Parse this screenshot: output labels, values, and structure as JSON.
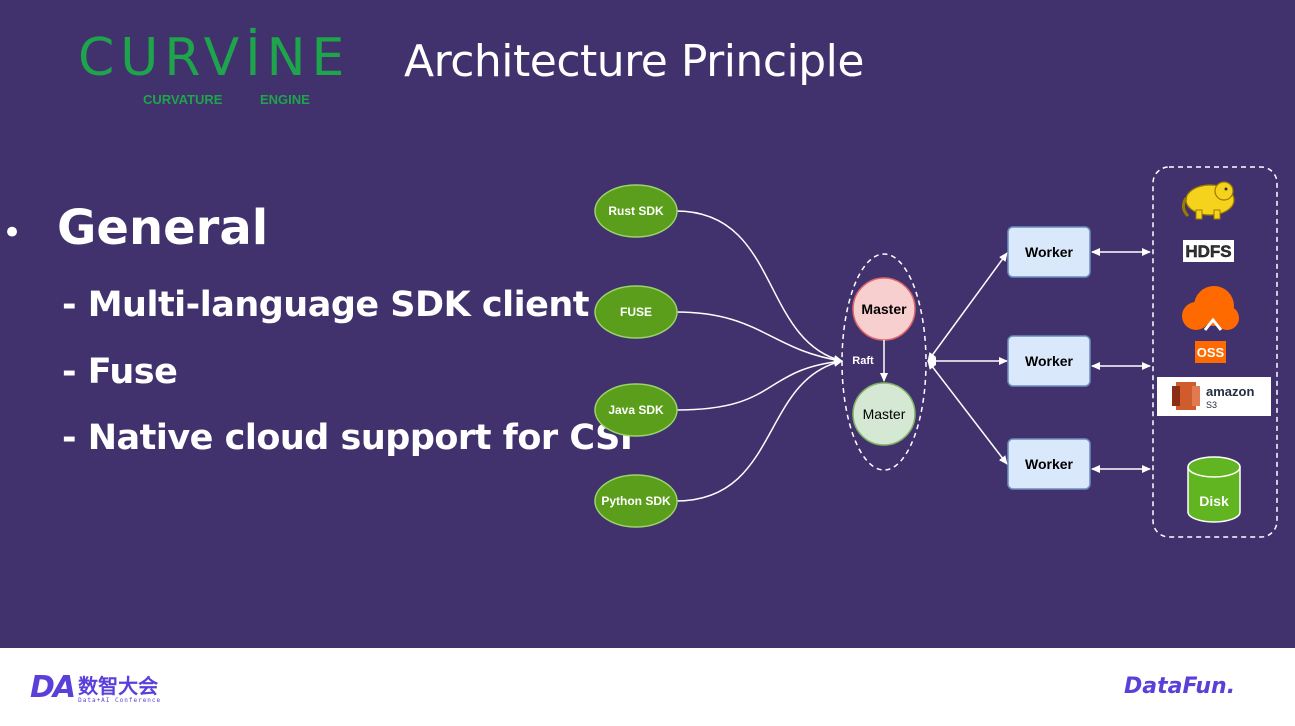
{
  "header": {
    "logo_text": "CURVİNE",
    "logo_sub_left": "CURVATURE",
    "logo_sub_right": "ENGINE",
    "title": "Architecture Principle"
  },
  "bullets": {
    "dot": "•",
    "heading": "General",
    "items": [
      "- Multi-language SDK client",
      "- Fuse",
      "- Native cloud support for CSI"
    ]
  },
  "diagram": {
    "clients": [
      "Rust SDK",
      "FUSE",
      "Java SDK",
      "Python SDK"
    ],
    "masters": [
      "Master",
      "Master"
    ],
    "raft_label": "Raft",
    "workers": [
      "Worker",
      "Worker",
      "Worker"
    ],
    "storage": {
      "hdfs": "HDFS",
      "oss": "OSS",
      "amazon": "amazon",
      "s3": "S3",
      "disk": "Disk"
    }
  },
  "colors": {
    "background": "#41326e",
    "logo_green": "#1ea44a",
    "client_green": "#5a9e1b",
    "master_red": "#f8cfcf",
    "master_green": "#d5e8d4",
    "worker_blue": "#dae8fc",
    "hadoop_yellow": "#f5d21c",
    "oss_orange": "#ff6a00",
    "brand_purple": "#5b3fd9"
  },
  "footer": {
    "left_logo": "DA",
    "left_cn": "数智大会",
    "left_sub": "Data+AI Conference",
    "right_logo": "DataFun."
  }
}
